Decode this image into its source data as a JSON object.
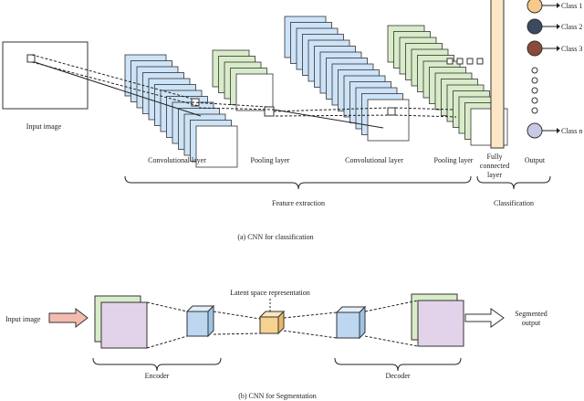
{
  "classification": {
    "input_label": "Input image",
    "conv_label_1": "Convolutional layer",
    "pool_label_1": "Pooling layer",
    "conv_label_2": "Convolutional layer",
    "pool_label_2": "Pooling layer",
    "fc_label": [
      "Fully",
      "connected",
      "layer"
    ],
    "output_label": "Output",
    "classes": [
      {
        "label": "Class 1",
        "color": "#f7c98b"
      },
      {
        "label": "Class 2",
        "color": "#3b4a5e"
      },
      {
        "label": "Class 3",
        "color": "#8b4a3a"
      },
      {
        "label": "Class n",
        "color": "#c9c9e6"
      }
    ],
    "feature_extraction_label": "Feature extraction",
    "classification_label": "Classification",
    "caption": "(a) CNN for classification"
  },
  "segmentation": {
    "input_label": "Input image",
    "latent_label": "Latent space representation",
    "output_label": [
      "Segmented",
      "output"
    ],
    "encoder_label": "Encoder",
    "decoder_label": "Decoder",
    "caption": "(b) CNN for Segmentation"
  },
  "colors": {
    "blue": "#cde3f7",
    "green": "#d9ecc9",
    "purple": "#e2d3ea",
    "cube_blue": "#bcd7ef",
    "cube_yellow": "#f5d28f",
    "fc_bar": "#fbe7c6",
    "arrow_pink": "#f4bcb1",
    "stroke": "#333333"
  }
}
